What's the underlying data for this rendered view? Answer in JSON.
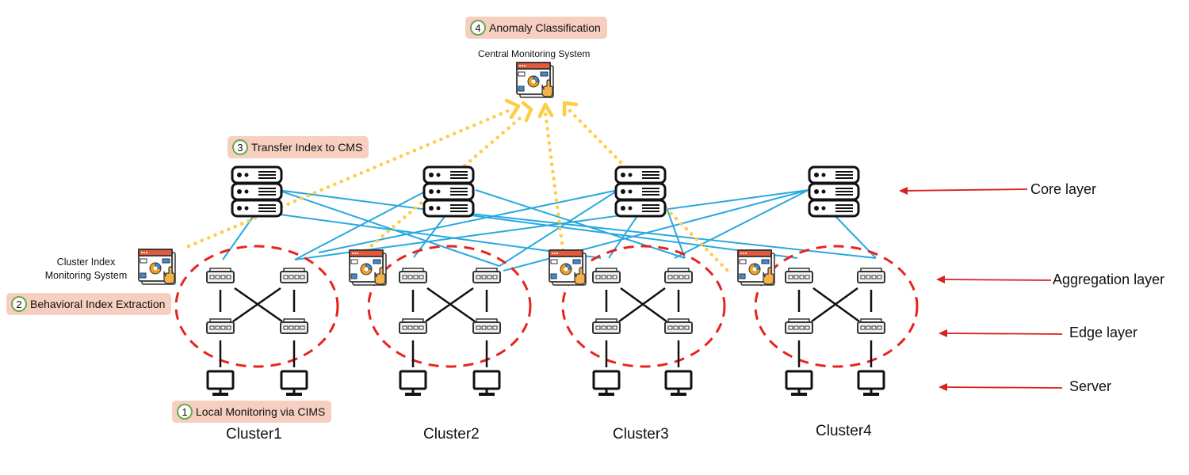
{
  "steps": [
    {
      "number": "1",
      "text": "Local Monitoring via CIMS"
    },
    {
      "number": "2",
      "text": "Behavioral Index Extraction"
    },
    {
      "number": "3",
      "text": "Transfer Index to CMS"
    },
    {
      "number": "4",
      "text": "Anomaly Classification"
    }
  ],
  "central_system": {
    "label": "Central Monitoring System"
  },
  "cluster_index_system": {
    "label_line1": "Cluster Index",
    "label_line2": "Monitoring System"
  },
  "layers": [
    "Core layer",
    "Aggregation layer",
    "Edge layer",
    "Server"
  ],
  "clusters": [
    "Cluster1",
    "Cluster2",
    "Cluster3",
    "Cluster4"
  ],
  "colors": {
    "core_links": "#29a8e0",
    "transfer_arrows": "#ffcc44",
    "cluster_boundary": "#e8231e",
    "layer_arrows": "#d92020",
    "badge_bg": "#f6cfc0",
    "step_circle": "#6aa84f"
  }
}
